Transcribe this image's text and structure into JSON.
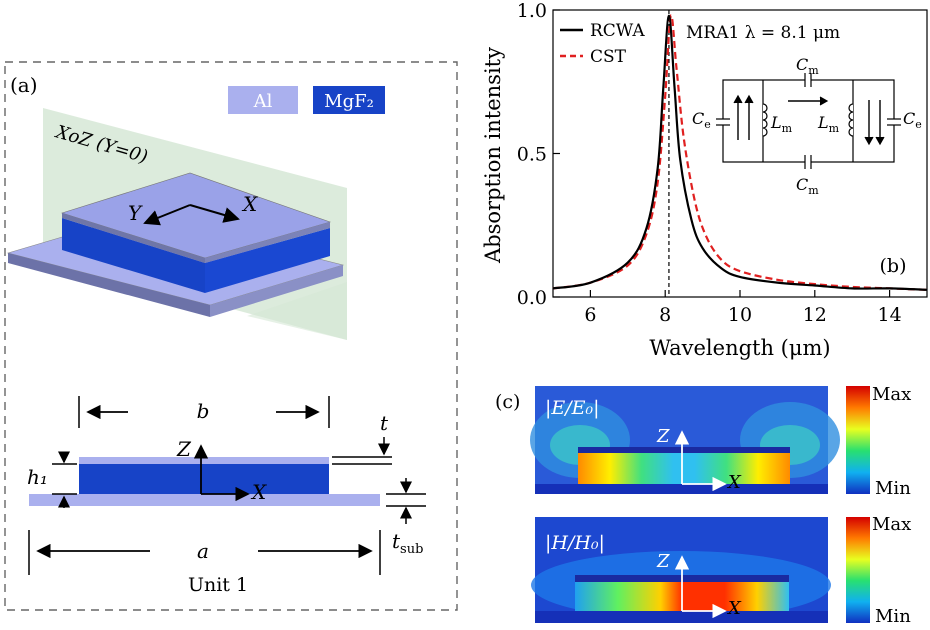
{
  "panel_a": {
    "label": "(a)",
    "legend": {
      "al": "Al",
      "mgf2": "MgF₂"
    },
    "plane_label": "XoZ (Y=0)",
    "axis_x": "X",
    "axis_y": "Y",
    "axis_z": "Z",
    "dim_b": "b",
    "dim_t": "t",
    "dim_h1": "h₁",
    "dim_a": "a",
    "dim_tsub": "t",
    "dim_tsub_sub": "sub",
    "caption": "Unit 1",
    "colors": {
      "al": "#aab0ee",
      "mgf2": "#1743c7",
      "plane": "#d6e8d6"
    }
  },
  "panel_b": {
    "label": "(b)",
    "legend": {
      "rcwa": "RCWA",
      "cst": "CST"
    },
    "annotation": "MRA1 λ = 8.1 μm",
    "circuit": {
      "cm_top": "C",
      "cm_bot": "C",
      "cm_sub": "m",
      "ce_left": "C",
      "ce_right": "C",
      "ce_sub": "e",
      "lm_left": "L",
      "lm_right": "L",
      "lm_sub": "m"
    }
  },
  "chart_data": {
    "type": "line",
    "xlabel": "Wavelength (μm)",
    "ylabel": "Absorption intensity",
    "xlim": [
      5,
      15
    ],
    "ylim": [
      0,
      1.0
    ],
    "xticks": [
      6,
      8,
      10,
      12,
      14
    ],
    "yticks": [
      0.0,
      0.5,
      1.0
    ],
    "ytick_labels": [
      "0.0",
      "0.5",
      "1.0"
    ],
    "grid": false,
    "legend_position": "top-left",
    "vline_x": 8.1,
    "series": [
      {
        "name": "RCWA",
        "style": "solid",
        "color": "#000000",
        "x": [
          5,
          6,
          7,
          7.5,
          7.8,
          7.95,
          8.1,
          8.25,
          8.4,
          8.7,
          9,
          9.5,
          10,
          11,
          12,
          13,
          14,
          15
        ],
        "y": [
          0.03,
          0.05,
          0.12,
          0.24,
          0.45,
          0.73,
          0.98,
          0.73,
          0.48,
          0.27,
          0.17,
          0.1,
          0.07,
          0.05,
          0.04,
          0.03,
          0.03,
          0.025
        ]
      },
      {
        "name": "CST",
        "style": "dashed",
        "color": "#e02020",
        "x": [
          5,
          6,
          7,
          7.5,
          7.8,
          8.0,
          8.15,
          8.3,
          8.5,
          8.8,
          9.1,
          9.5,
          10,
          11,
          12,
          13,
          14,
          15
        ],
        "y": [
          0.03,
          0.05,
          0.11,
          0.22,
          0.4,
          0.7,
          0.98,
          0.8,
          0.55,
          0.33,
          0.21,
          0.13,
          0.09,
          0.06,
          0.045,
          0.035,
          0.03,
          0.025
        ]
      }
    ]
  },
  "panel_c": {
    "label": "(c)",
    "e_field_label": "|E/E₀|",
    "h_field_label": "|H/H₀|",
    "axis_z": "Z",
    "axis_x": "X",
    "scale_max": "Max",
    "scale_min": "Min"
  }
}
